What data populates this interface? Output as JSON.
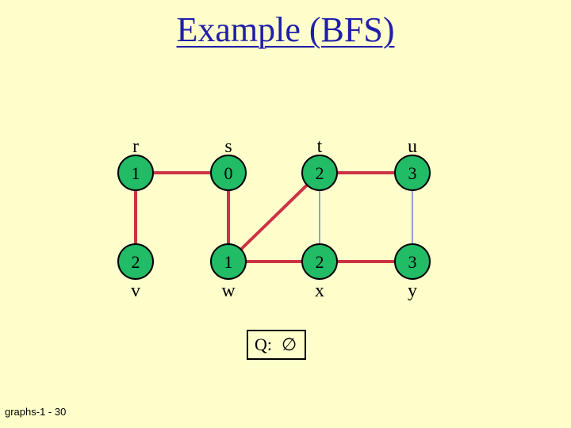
{
  "title": "Example (BFS)",
  "colors": {
    "background": "#FFFFCC",
    "node_fill": "#22BB66",
    "tree_edge": "#CC3344",
    "non_tree_edge": "#6F7BE5",
    "title": "#1F1FA8"
  },
  "vertices": [
    {
      "id": "r",
      "label": "r",
      "distance": "1"
    },
    {
      "id": "s",
      "label": "s",
      "distance": "0"
    },
    {
      "id": "t",
      "label": "t",
      "distance": "2"
    },
    {
      "id": "u",
      "label": "u",
      "distance": "3"
    },
    {
      "id": "v",
      "label": "v",
      "distance": "2"
    },
    {
      "id": "w",
      "label": "w",
      "distance": "1"
    },
    {
      "id": "x",
      "label": "x",
      "distance": "2"
    },
    {
      "id": "y",
      "label": "y",
      "distance": "3"
    }
  ],
  "edges": [
    {
      "from": "r",
      "to": "s",
      "type": "tree"
    },
    {
      "from": "r",
      "to": "v",
      "type": "tree"
    },
    {
      "from": "s",
      "to": "w",
      "type": "tree"
    },
    {
      "from": "w",
      "to": "t",
      "type": "tree"
    },
    {
      "from": "t",
      "to": "u",
      "type": "tree"
    },
    {
      "from": "w",
      "to": "x",
      "type": "tree"
    },
    {
      "from": "x",
      "to": "y",
      "type": "tree"
    },
    {
      "from": "t",
      "to": "x",
      "type": "non-tree"
    },
    {
      "from": "u",
      "to": "y",
      "type": "non-tree"
    }
  ],
  "queue": {
    "label": "Q:",
    "contents": "∅"
  },
  "footer": "graphs-1 - 30"
}
